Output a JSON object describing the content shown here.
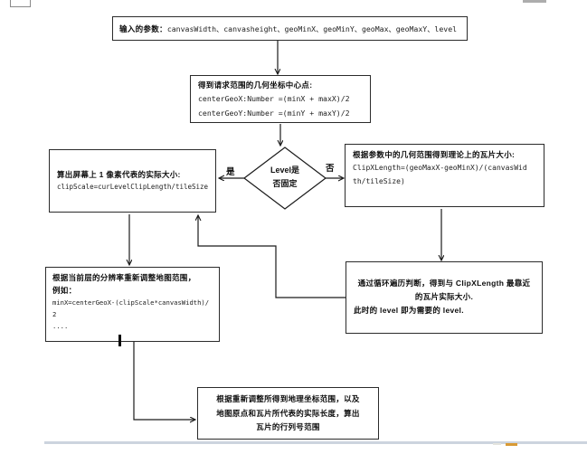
{
  "flow": {
    "input_box": {
      "label": "输入的参数：",
      "params": "canvasWidth、canvasheight、geoMinX、geoMinY、geoMax、geoMaxY、level"
    },
    "center_box": {
      "title": "得到请求范围的几何坐标中心点:",
      "code_x": "centerGeoX:Number =(minX + maxX)/2",
      "code_y": "centerGeoY:Number =(minY + maxY)/2"
    },
    "decision": {
      "text_line1": "Level是",
      "text_line2": "否固定",
      "yes_label": "是",
      "no_label": "否"
    },
    "scale_box": {
      "title": "算出屏幕上 1 像素代表的实际大小:",
      "code": "clipScale=curLevelClipLength/tileSize"
    },
    "theory_box": {
      "title": "根据参数中的几何范围得到理论上的瓦片大小:",
      "code_line1": "ClipXLength=(geoMaxX-geoMinX)/(canvasWid",
      "code_line2": "th/tileSize)"
    },
    "loop_box": {
      "line1": "通过循环遍历判断，得到与 ClipXLength 最靠近",
      "line2": "的瓦片实际大小.",
      "line3": "此时的 level 即为需要的 level."
    },
    "adjust_box": {
      "title_line1": "根据当前层的分辨率重新调整地图范围，",
      "title_line2": "例如：",
      "code_line1": "minX=centerGeoX-(clipScale*canvasWidth)/",
      "code_line2": "2",
      "code_line3": "...."
    },
    "result_box": {
      "line1": "根据重新调整所得到地理坐标范围，以及",
      "line2": "地图原点和瓦片所代表的实际长度，算出",
      "line3": "瓦片的行列号范围"
    }
  },
  "colors": {
    "connector_line": "#1a1a1a",
    "box_border": "#2b2b2b",
    "page_rule": "#ccd4de",
    "scroll_accent": "#d89a35",
    "background": "#ffffff"
  }
}
